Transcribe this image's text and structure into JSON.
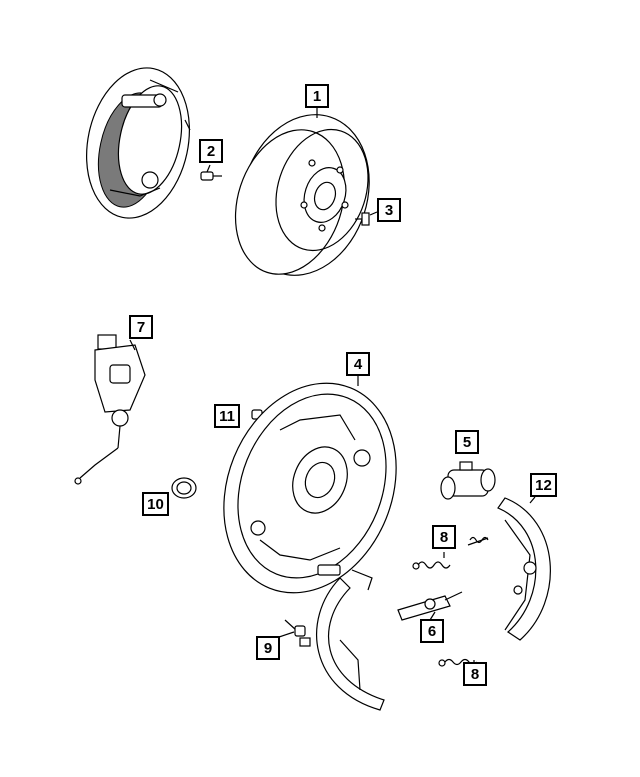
{
  "callouts": [
    {
      "id": "c1",
      "label": "1"
    },
    {
      "id": "c2",
      "label": "2"
    },
    {
      "id": "c3",
      "label": "3"
    },
    {
      "id": "c4",
      "label": "4"
    },
    {
      "id": "c5",
      "label": "5"
    },
    {
      "id": "c6",
      "label": "6"
    },
    {
      "id": "c7",
      "label": "7"
    },
    {
      "id": "c8a",
      "label": "8"
    },
    {
      "id": "c8b",
      "label": "8"
    },
    {
      "id": "c9",
      "label": "9"
    },
    {
      "id": "c10",
      "label": "10"
    },
    {
      "id": "c11",
      "label": "11"
    },
    {
      "id": "c12",
      "label": "12"
    }
  ]
}
